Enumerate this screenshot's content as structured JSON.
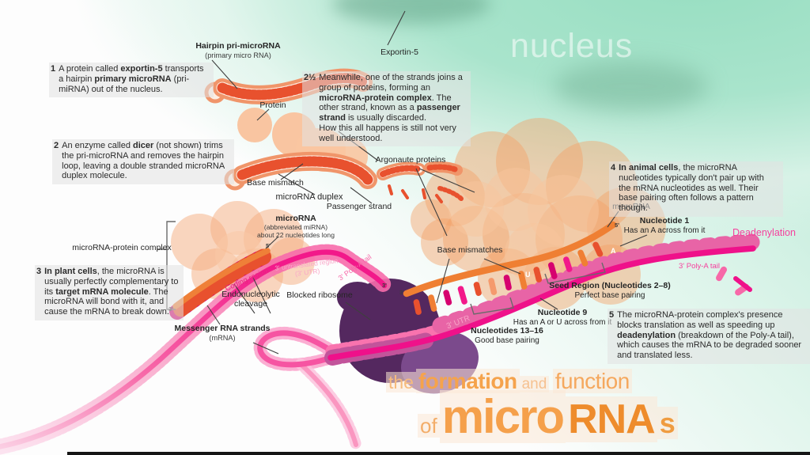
{
  "nucleus_label": "nucleus",
  "steps": {
    "s1": {
      "num": "1",
      "segs": [
        {
          "t": "A protein called "
        },
        {
          "t": "exportin-5",
          "b": 1
        },
        {
          "t": " transports a hairpin "
        },
        {
          "t": "primary microRNA",
          "b": 1
        },
        {
          "t": " (pri-miRNA) out of the nucleus."
        }
      ]
    },
    "s2": {
      "num": "2",
      "segs": [
        {
          "t": "An enzyme called "
        },
        {
          "t": "dicer",
          "b": 1
        },
        {
          "t": " (not shown) trims the pri-microRNA and removes the hairpin loop, leaving a double stranded microRNA duplex molecule."
        }
      ]
    },
    "s2h": {
      "num": "2½",
      "segs": [
        {
          "t": "Meanwhile, one of the strands joins a group of proteins, forming an "
        },
        {
          "t": "microRNA-protein complex",
          "b": 1
        },
        {
          "t": ". The other strand, known as a "
        },
        {
          "t": "passenger strand",
          "b": 1
        },
        {
          "t": " is usually discarded."
        },
        {
          "br": 1
        },
        {
          "t": "How this all happens is still not very well understood."
        }
      ]
    },
    "s3": {
      "num": "3",
      "segs": [
        {
          "t": "In plant cells",
          "b": 1
        },
        {
          "t": ", the microRNA is usually perfectly complementary to its "
        },
        {
          "t": "target mRNA molecule",
          "b": 1
        },
        {
          "t": ". The microRNA will bond with it, and cause the mRNA to break down."
        }
      ]
    },
    "s4": {
      "num": "4",
      "segs": [
        {
          "t": "In animal cells",
          "b": 1
        },
        {
          "t": ", the microRNA nucleotides typically don't pair up with the mRNA nucleotides as well. Their base pairing often follows a pattern though."
        }
      ]
    },
    "s5": {
      "num": "5",
      "segs": [
        {
          "t": "The microRNA-protein complex's presence blocks translation as well as speeding up "
        },
        {
          "t": "deadenylation",
          "b": 1
        },
        {
          "t": " (breakdown of the Poly-A tail), which causes the mRNA to be degraded sooner and translated less."
        }
      ]
    }
  },
  "labels": {
    "hairpin_title": "Hairpin pri-microRNA",
    "hairpin_sub": "(primary micro RNA)",
    "exportin": "Exportin-5",
    "protein": "Protein",
    "base_mismatch": "Base mismatch",
    "mirna_duplex": "microRNA duplex",
    "passenger_strand": "Passenger strand",
    "argonaute": "Argonaute proteins",
    "mirna_left_title": "microRNA",
    "mirna_left_sub1": "(abbreviated miRNA)",
    "mirna_left_sub2": "about 22 nucleotides long",
    "complex": "microRNA-protein complex",
    "mirna_right": "microRNA",
    "nucleotide1_title": "Nucleotide 1",
    "nucleotide1_sub": "Has an A across from it",
    "deadenylation": "Deadenylation",
    "polya_right": "3' Poly-A tail",
    "base_mismatches": "Base mismatches",
    "seed_title": "Seed Region (Nucleotides 2–8)",
    "seed_sub": "Perfect base pairing",
    "nuc9_title": "Nucleotide 9",
    "nuc9_sub": "Has an A or U across from it",
    "nuc1316_title": "Nucleotides 13–16",
    "nuc1316_sub": "Good base pairing",
    "blocked_ribosome": "Blocked ribosome",
    "endo_line1": "Endonucleolytic",
    "endo_line2": "cleavage",
    "messenger_title": "Messenger RNA strands",
    "messenger_sub": "(mRNA)",
    "coding_region": "Coding region",
    "utr_left_line1": "3' untranslated region",
    "utr_left_line2": "(3' UTR)",
    "polya_left": "3' Poly-A tail",
    "utr_right": "3' UTR",
    "prime5": "5'",
    "prime3": "3'",
    "letter_a": "A",
    "letter_u": "U"
  },
  "title": {
    "the": "the",
    "formation": "formation",
    "and": "and",
    "function": "function",
    "of": "of",
    "micro": "micro",
    "rna": "RNA",
    "s": "s"
  },
  "colors": {
    "green": "#a9e4cc",
    "orange": "#ef8038",
    "hot_pink": "#f2198a",
    "purple": "#54285f",
    "title_orange": "#ee8c2c"
  }
}
